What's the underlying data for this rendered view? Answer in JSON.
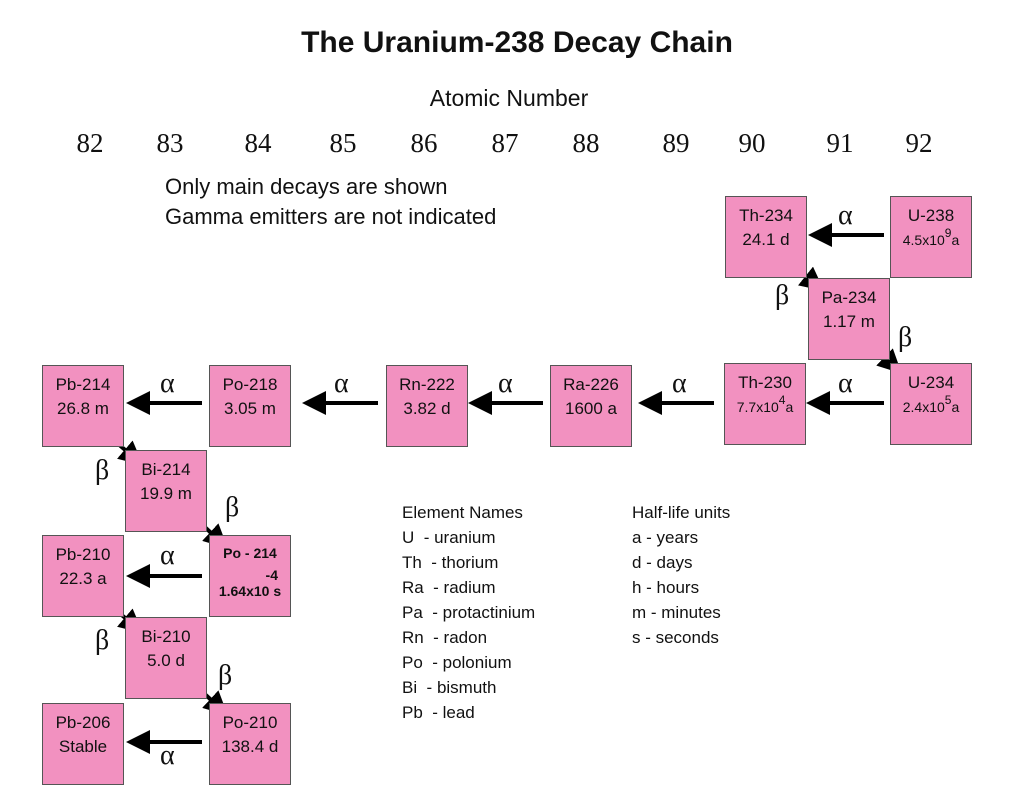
{
  "title": "The Uranium-238 Decay Chain",
  "axis_label": "Atomic Number",
  "atomic_numbers": [
    "82",
    "83",
    "84",
    "85",
    "86",
    "87",
    "88",
    "89",
    "90",
    "91",
    "92"
  ],
  "notes": [
    "Only main decays are shown",
    "Gamma emitters are not indicated"
  ],
  "symbols": {
    "alpha": "α",
    "beta": "β"
  },
  "nuclides": [
    {
      "name": "U-238",
      "hl": "4.5x10",
      "exp": "9",
      "unit": "a"
    },
    {
      "name": "Th-234",
      "hl": "24.1 d"
    },
    {
      "name": "Pa-234",
      "hl": "1.17 m"
    },
    {
      "name": "U-234",
      "hl": "2.4x10",
      "exp": "5",
      "unit": "a"
    },
    {
      "name": "Th-230",
      "hl": "7.7x10",
      "exp": "4",
      "unit": "a"
    },
    {
      "name": "Ra-226",
      "hl": "1600 a"
    },
    {
      "name": "Rn-222",
      "hl": "3.82 d"
    },
    {
      "name": "Po-218",
      "hl": "3.05 m"
    },
    {
      "name": "Pb-214",
      "hl": "26.8 m"
    },
    {
      "name": "Bi-214",
      "hl": "19.9 m"
    },
    {
      "name": "Po - 214",
      "hl": "1.64x10",
      "exp": "-4",
      "unit": "s"
    },
    {
      "name": "Pb-210",
      "hl": "22.3 a"
    },
    {
      "name": "Bi-210",
      "hl": "5.0 d"
    },
    {
      "name": "Po-210",
      "hl": "138.4 d"
    },
    {
      "name": "Pb-206",
      "hl": "Stable"
    }
  ],
  "legend_elements": {
    "title": "Element Names",
    "items": [
      "U  - uranium",
      "Th  - thorium",
      "Ra  - radium",
      "Pa  - protactinium",
      "Rn  - radon",
      "Po  - polonium",
      "Bi  - bismuth",
      "Pb  - lead"
    ]
  },
  "legend_units": {
    "title": "Half-life units",
    "items": [
      "a - years",
      "d - days",
      "h - hours",
      "m - minutes",
      "s - seconds"
    ]
  }
}
